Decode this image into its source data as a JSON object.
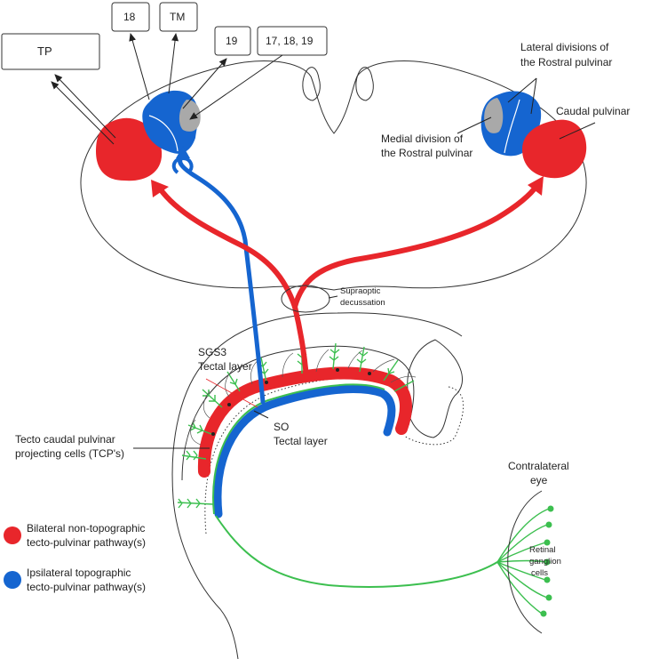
{
  "colors": {
    "red": "#e8262b",
    "blue": "#1565d0",
    "green": "#3cbf4f",
    "grey": "#a9a9a9",
    "outline": "#333333"
  },
  "boxes": {
    "tp": "TP",
    "area18": "18",
    "tm": "TM",
    "area19": "19",
    "areas_17_18_19": "17, 18, 19"
  },
  "labels": {
    "lateral_line1": "Lateral divisions of",
    "lateral_line2": "the Rostral pulvinar",
    "caudal": "Caudal pulvinar",
    "medial_line1": "Medial division of",
    "medial_line2": "the Rostral pulvinar",
    "supraoptic_line1": "Supraoptic",
    "supraoptic_line2": "decussation",
    "sgs3_line1": "SGS3",
    "sgs3_line2": "Tectal layer",
    "so_line1": "SO",
    "so_line2": "Tectal layer",
    "tcp_line1": "Tecto caudal pulvinar",
    "tcp_line2": "projecting cells (TCP's)",
    "eye_line1": "Contralateral",
    "eye_line2": "eye",
    "retinal_line1": "Retinal",
    "retinal_line2": "ganglion",
    "retinal_line3": "cells"
  },
  "legend": {
    "red_line1": "Bilateral non-topographic",
    "red_line2": "tecto-pulvinar pathway(s)",
    "blue_line1": "Ipsilateral topographic",
    "blue_line2": "tecto-pulvinar pathway(s)"
  }
}
